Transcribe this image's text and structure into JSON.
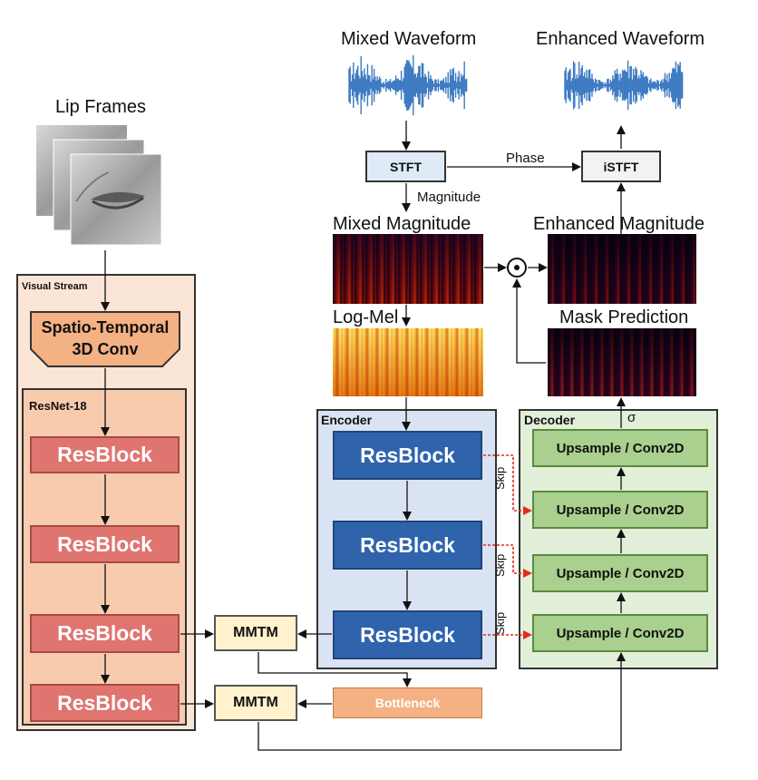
{
  "titles": {
    "lip_frames": "Lip Frames",
    "mixed_waveform": "Mixed Waveform",
    "enhanced_waveform": "Enhanced Waveform",
    "mixed_magnitude": "Mixed Magnitude",
    "enhanced_magnitude": "Enhanced Magnitude",
    "log_mel": "Log-Mel",
    "mask_prediction": "Mask Prediction"
  },
  "labels": {
    "phase": "Phase",
    "magnitude": "Magnitude",
    "sigma": "σ",
    "skip": "Skip"
  },
  "visual_stream": {
    "tag": "Visual Stream",
    "conv_line1": "Spatio-Temporal",
    "conv_line2": "3D Conv",
    "resnet_tag": "ResNet-18",
    "resblocks": [
      "ResBlock",
      "ResBlock",
      "ResBlock",
      "ResBlock"
    ]
  },
  "encoder": {
    "tag": "Encoder",
    "blocks": [
      "ResBlock",
      "ResBlock",
      "ResBlock"
    ]
  },
  "decoder": {
    "tag": "Decoder",
    "blocks": [
      "Upsample / Conv2D",
      "Upsample / Conv2D",
      "Upsample / Conv2D",
      "Upsample / Conv2D"
    ]
  },
  "nodes": {
    "stft": "STFT",
    "istft": "iSTFT",
    "mmtm": "MMTM",
    "bottleneck": "Bottleneck",
    "multiply": "⊙"
  },
  "colors": {
    "visual_stream_bg": "#fbe5d6",
    "resnet_bg": "#f8cbad",
    "resblock_visual": "#e07570",
    "encoder_bg": "#dae3f3",
    "resblock_encoder": "#2f64ad",
    "decoder_bg": "#e2efd9",
    "upsample": "#a9d08e",
    "mmtm": "#fff2cc",
    "bottleneck": "#f4b183",
    "skip_arrow": "#e8281e"
  }
}
